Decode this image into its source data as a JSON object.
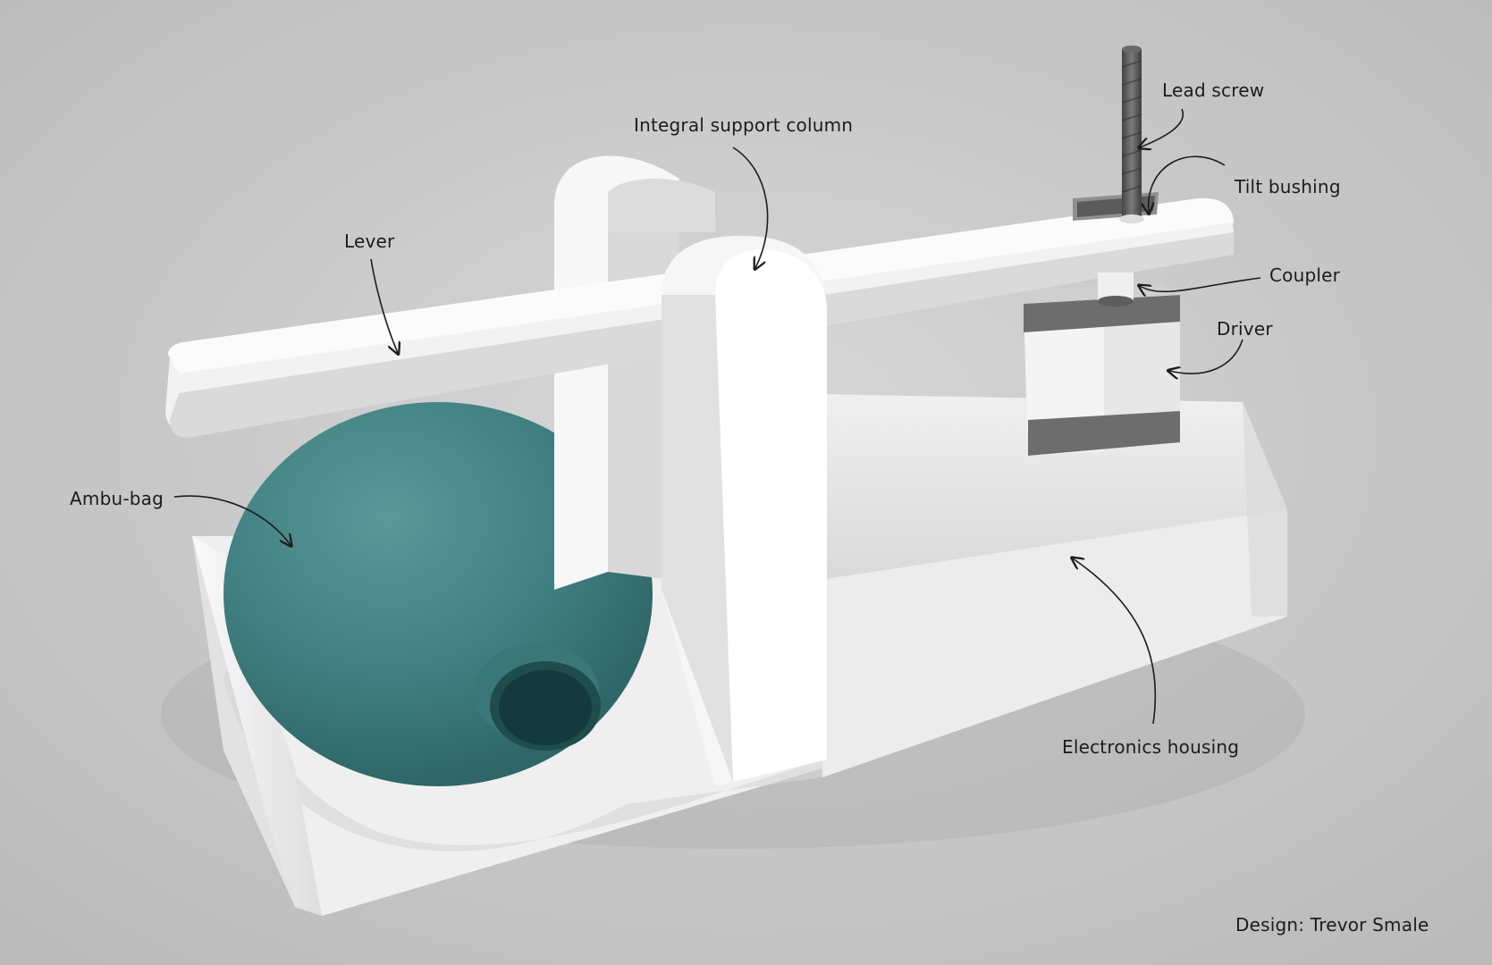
{
  "labels": {
    "lead_screw": "Lead screw",
    "integral_support_column": "Integral support column",
    "tilt_bushing": "Tilt bushing",
    "lever": "Lever",
    "coupler": "Coupler",
    "driver": "Driver",
    "ambu_bag": "Ambu-bag",
    "electronics_housing": "Electronics housing"
  },
  "credit": "Design: Trevor Smale",
  "colors": {
    "background": "#c9c9c9",
    "body_white": "#f2f2f2",
    "bag_teal": "#3f7f80",
    "screw_gray": "#5a5a5a"
  }
}
